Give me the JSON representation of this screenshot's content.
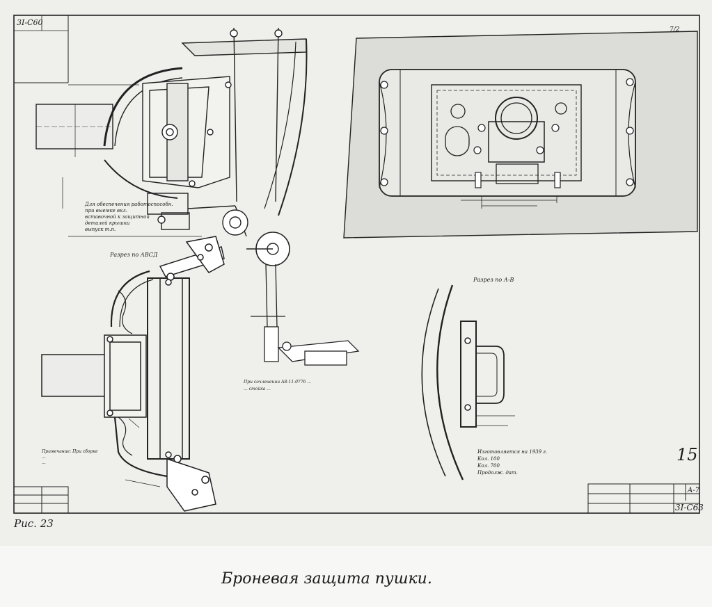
{
  "drawing": {
    "sheet_code_topleft": "3I-C60",
    "sheet_code_topright": "7/2",
    "title_block_code": "3I-C63",
    "title_block_format": "A-7",
    "page_mark": "15",
    "figure_label": "Рис. 23",
    "caption": "Броневая защита пушки."
  },
  "labels": {
    "section_abcd": "Разрез по АВСД",
    "section_ab": "Разрез по А-В",
    "side_note_lines": [
      "Для обеспечения работоспособн.",
      "при выемке вкл.",
      "вставочной к защитной",
      "деталей крышки",
      "выпуск т.п."
    ],
    "bottom_left_note_lines": [
      "Примечание: При сборке",
      "...",
      "..."
    ],
    "approval_lines": [
      "Изготовляется на 1939 г.",
      "Кол. 100",
      "Кол. 700",
      "Продолж. дат."
    ],
    "center_note_lines": [
      "При сочленении А8-11-0776 ...",
      "... стойка ..."
    ]
  },
  "colors": {
    "paper": "#f4f4f2",
    "ink": "#1a1a1a",
    "frame": "#222222",
    "panel_dark": "#dcdcd8"
  }
}
